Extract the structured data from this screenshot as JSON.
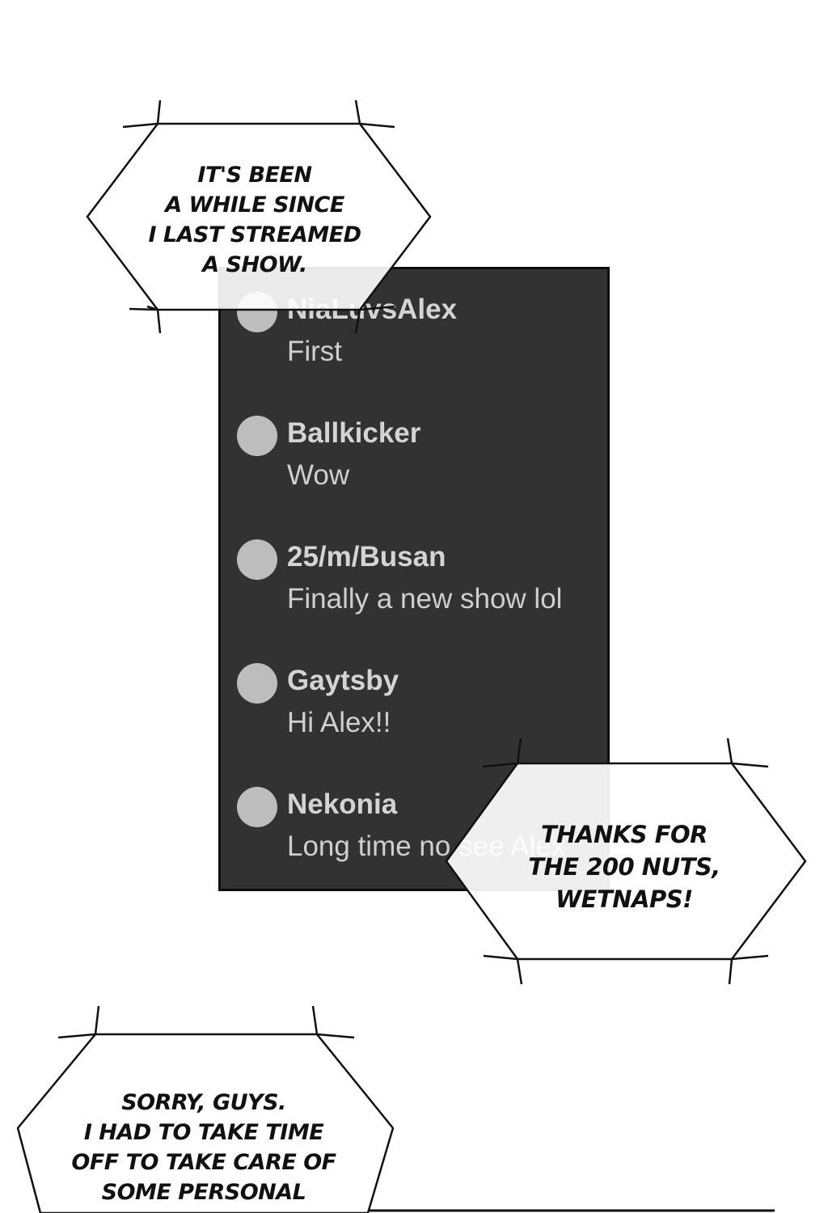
{
  "bubbles": {
    "top": [
      "IT'S BEEN",
      "A WHILE SINCE",
      "I LAST STREAMED",
      "A SHOW."
    ],
    "right": [
      "THANKS FOR",
      "THE 200 NUTS,",
      "WETNAPS!"
    ],
    "bottom": [
      "SORRY, GUYS.",
      "I HAD TO TAKE TIME",
      "OFF TO TAKE CARE OF",
      "SOME PERSONAL"
    ]
  },
  "chat": {
    "messages": [
      {
        "user": "NiaLuvsAlex",
        "text": "First"
      },
      {
        "user": "Ballkicker",
        "text": "Wow"
      },
      {
        "user": "25/m/Busan",
        "text": "Finally a new show lol"
      },
      {
        "user": "Gaytsby",
        "text": "Hi Alex!!"
      },
      {
        "user": "Nekonia",
        "text": "Long time no see Alex"
      }
    ]
  },
  "colors": {
    "chat_background": "#323232",
    "avatar": "#bdbdbd",
    "bubble_fill": "#ffffff",
    "bubble_stroke": "#111111"
  }
}
